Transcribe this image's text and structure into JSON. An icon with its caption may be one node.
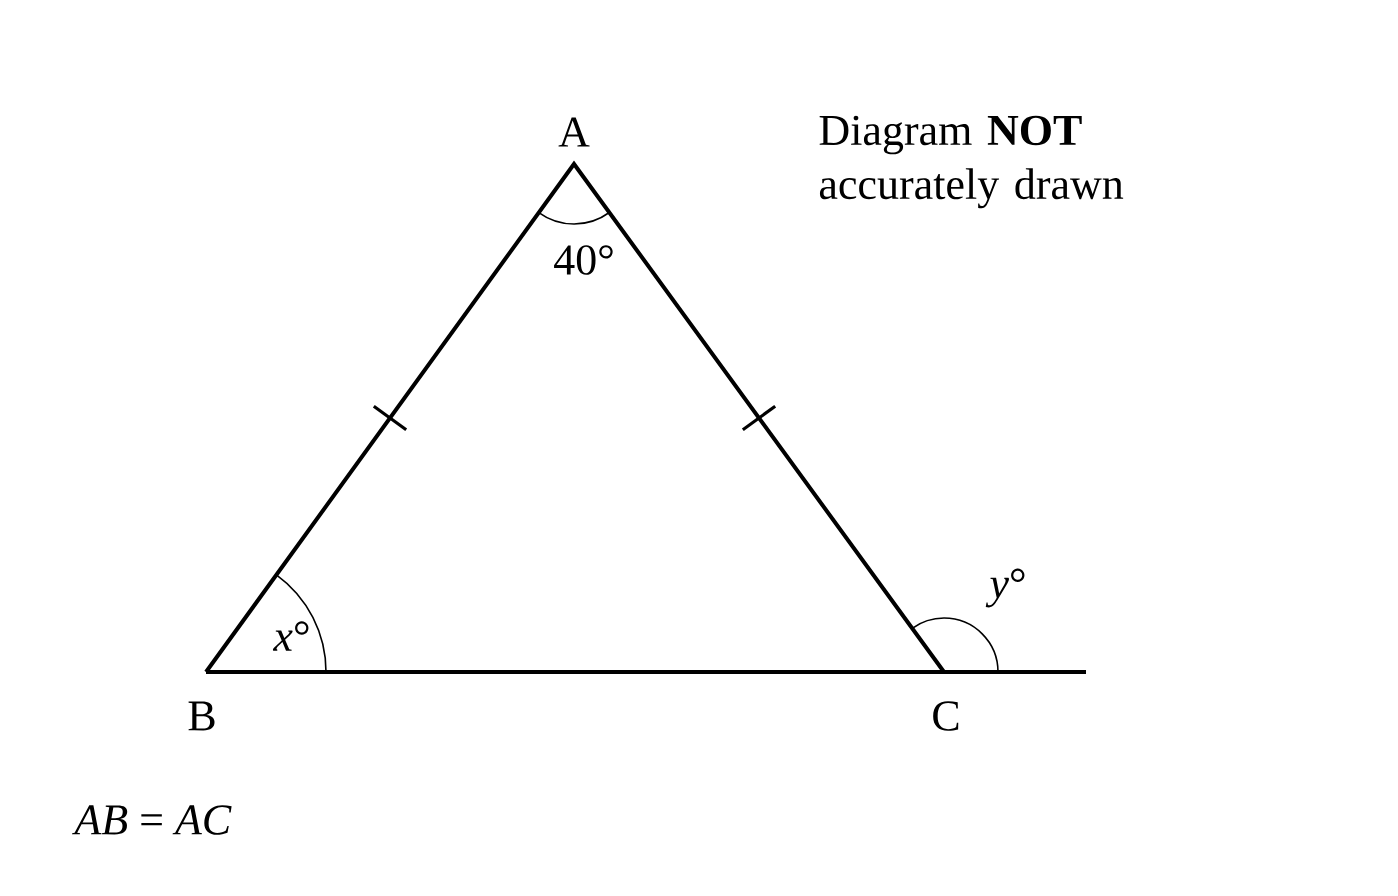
{
  "diagram": {
    "labels": [
      "A",
      "40°",
      "Diagram **NOT** accurately drawn",
      "B",
      "*x*°",
      "C",
      "*y*°",
      "*AB* = *AC*"
    ]
  }
}
